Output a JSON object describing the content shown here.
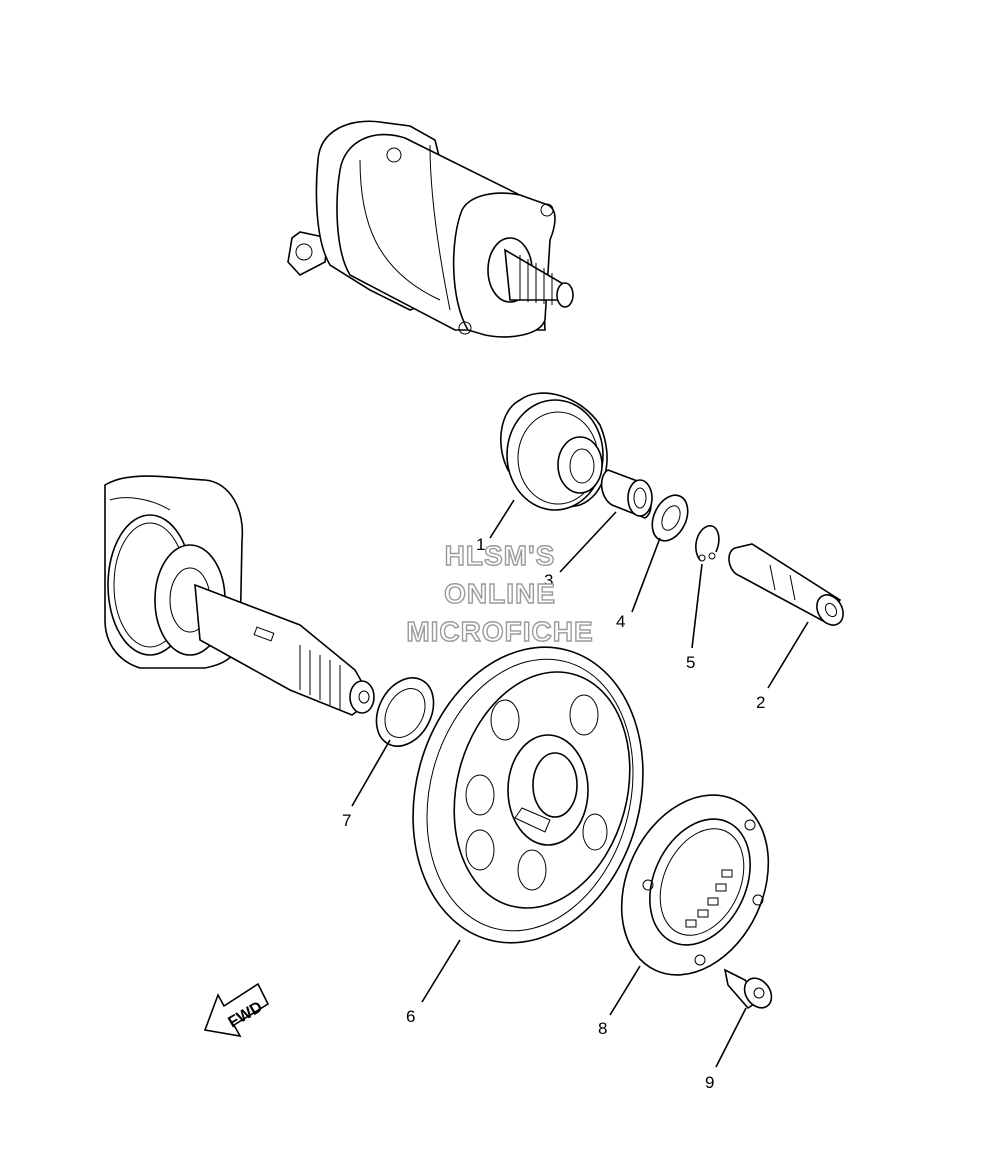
{
  "callouts": [
    {
      "label": "1"
    },
    {
      "label": "2"
    },
    {
      "label": "3"
    },
    {
      "label": "4"
    },
    {
      "label": "5"
    },
    {
      "label": "6"
    },
    {
      "label": "7"
    },
    {
      "label": "8"
    },
    {
      "label": "9"
    }
  ],
  "watermark": {
    "line1": "HLSM'S",
    "line2": "ONLINE",
    "line3": "MICROFICHE"
  },
  "direction_arrow": {
    "label": "FWD"
  },
  "colors": {
    "line": "#000000",
    "background": "#ffffff",
    "watermark_outline": "#9a9a9a"
  }
}
